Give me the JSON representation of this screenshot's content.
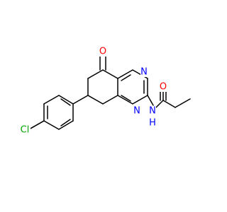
{
  "molecule": {
    "atoms": {
      "ring_n_upper": {
        "label": "N",
        "color": "#0000ff"
      },
      "ring_n_lower": {
        "label": "N",
        "color": "#0000ff"
      },
      "ketone_o": {
        "label": "O",
        "color": "#ff0000"
      },
      "amide_o": {
        "label": "O",
        "color": "#ff0000"
      },
      "amide_n": {
        "label": "N",
        "color": "#0000ff"
      },
      "amide_h": {
        "label": "H",
        "color": "#0000ff"
      },
      "chlorine": {
        "label": "Cl",
        "color": "#00aa00"
      }
    }
  }
}
